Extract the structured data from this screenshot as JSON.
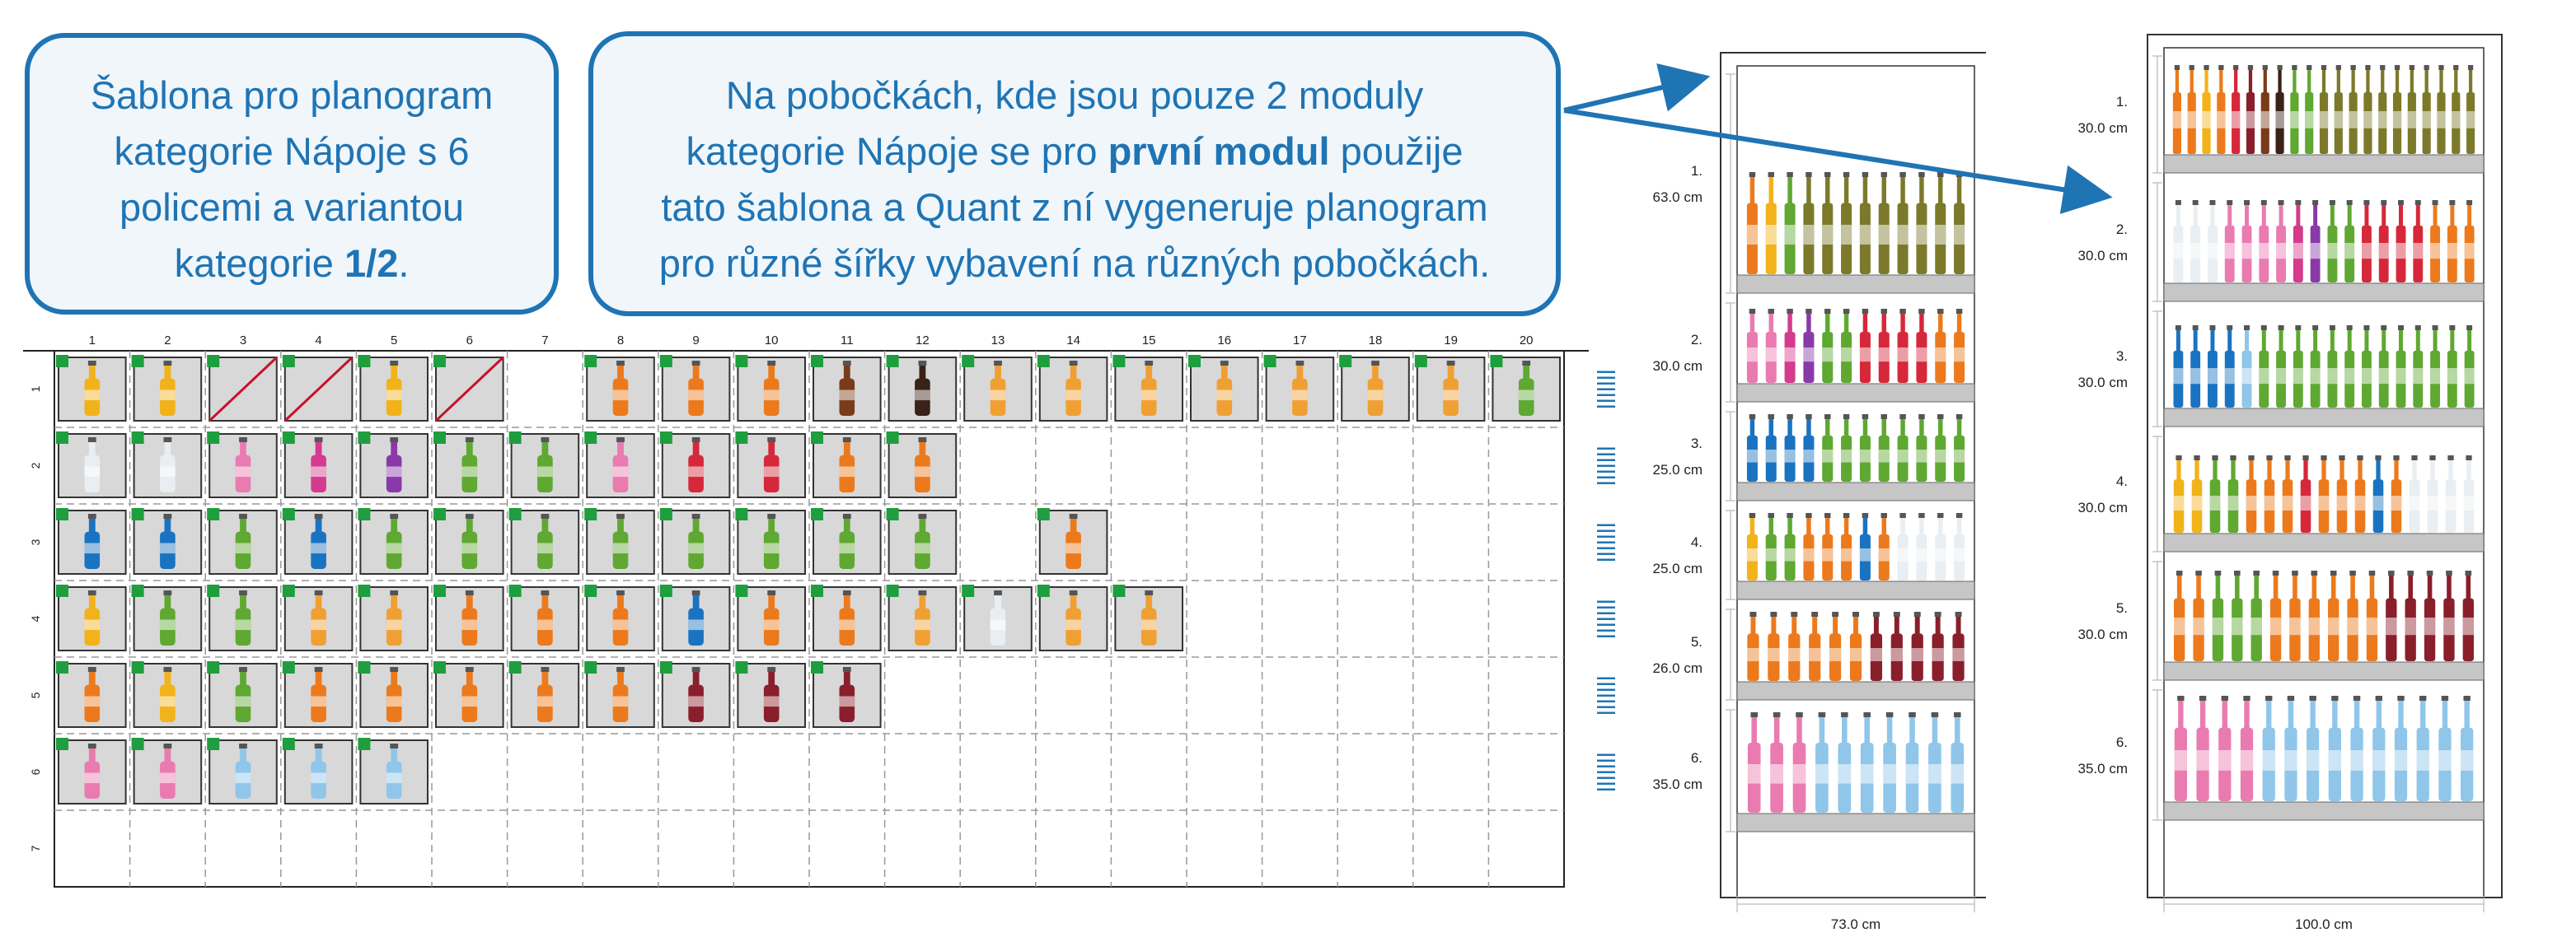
{
  "callouts": {
    "left": {
      "line1": "Šablona pro planogram",
      "line2": "kategorie Nápoje s 6",
      "line3": "policemi a variantou",
      "line4_pre": "kategorie ",
      "line4_bold": "1/2",
      "line4_post": "."
    },
    "right": {
      "line1": "Na pobočkách, kde jsou pouze 2 moduly",
      "line2_pre": "kategorie Nápoje se pro ",
      "line2_bold": "první modul",
      "line2_post": " použije",
      "line3": "tato šablona a Quant z ní vygeneruje planogram",
      "line4": "pro různé šířky vybavení na různých pobočkách."
    }
  },
  "template_grid": {
    "columns": [
      "1",
      "2",
      "3",
      "4",
      "5",
      "6",
      "7",
      "8",
      "9",
      "10",
      "11",
      "12",
      "13",
      "14",
      "15",
      "16",
      "17",
      "18",
      "19",
      "20"
    ],
    "rows": [
      "1",
      "2",
      "3",
      "4",
      "5",
      "6",
      "7"
    ],
    "rows_cells": [
      [
        "yellow",
        "yellow",
        "x",
        "x",
        "yellow",
        "x",
        "",
        "orange",
        "orange",
        "orange",
        "brown",
        "dark",
        "orangebox",
        "orangebox",
        "orangebox",
        "orangebox",
        "orangebox",
        "orangebox",
        "orangebox",
        "green"
      ],
      [
        "white",
        "white",
        "pink",
        "magenta",
        "purple",
        "green",
        "green",
        "pink",
        "red",
        "red",
        "orange",
        "orange",
        "",
        "",
        "",
        "",
        "",
        "",
        "",
        ""
      ],
      [
        "blue",
        "blue",
        "green",
        "blue",
        "green",
        "green",
        "green",
        "green",
        "green",
        "green",
        "green",
        "green",
        "",
        "orange",
        "",
        "",
        "",
        "",
        "",
        ""
      ],
      [
        "yellow",
        "green",
        "green",
        "orangebox",
        "orangebox",
        "orange",
        "orange",
        "orange",
        "blue",
        "orange",
        "orange",
        "orangebox",
        "white",
        "orangebox",
        "orangebox",
        "",
        "",
        "",
        "",
        ""
      ],
      [
        "orange",
        "yellow",
        "green",
        "orange",
        "orange",
        "orange",
        "orange",
        "orange",
        "maroon",
        "maroon",
        "maroon",
        "",
        "",
        "",
        "",
        "",
        "",
        "",
        "",
        ""
      ],
      [
        "pink",
        "pink",
        "lightblue",
        "lightblue",
        "lightblue",
        "",
        "",
        "",
        "",
        "",
        "",
        "",
        "",
        "",
        "",
        "",
        "",
        "",
        "",
        ""
      ],
      [
        "",
        "",
        "",
        "",
        "",
        "",
        "",
        "",
        "",
        "",
        "",
        "",
        "",
        "",
        "",
        "",
        "",
        "",
        "",
        ""
      ]
    ]
  },
  "shelving_units": [
    {
      "width_label": "73.0 cm",
      "shelves": [
        {
          "num": "1.",
          "height": "63.0 cm",
          "products": [
            "orange",
            "yellow",
            "green",
            "olive",
            "olive",
            "olive",
            "olive",
            "olive",
            "olive",
            "olive",
            "olive",
            "olive"
          ]
        },
        {
          "num": "2.",
          "height": "30.0 cm",
          "products": [
            "pink",
            "pink",
            "magenta",
            "purple",
            "green",
            "green",
            "red",
            "red",
            "red",
            "red",
            "orange",
            "orange"
          ]
        },
        {
          "num": "3.",
          "height": "25.0 cm",
          "products": [
            "blue",
            "blue",
            "blue",
            "blue",
            "green",
            "green",
            "green",
            "green",
            "green",
            "green",
            "green",
            "green"
          ]
        },
        {
          "num": "4.",
          "height": "25.0 cm",
          "products": [
            "yellow",
            "green",
            "green",
            "orange",
            "orange",
            "orange",
            "blue",
            "orange",
            "white",
            "white",
            "white",
            "white"
          ]
        },
        {
          "num": "5.",
          "height": "26.0 cm",
          "products": [
            "orange",
            "orange",
            "orange",
            "orange",
            "orange",
            "orange",
            "maroon",
            "maroon",
            "maroon",
            "maroon",
            "maroon"
          ]
        },
        {
          "num": "6.",
          "height": "35.0 cm",
          "products": [
            "pink",
            "pink",
            "pink",
            "lightblue",
            "lightblue",
            "lightblue",
            "lightblue",
            "lightblue",
            "lightblue",
            "lightblue"
          ]
        }
      ]
    },
    {
      "width_label": "100.0 cm",
      "shelves": [
        {
          "num": "1.",
          "height": "30.0 cm",
          "products": [
            "orange",
            "orange",
            "yellow",
            "orange",
            "red",
            "maroon",
            "brown",
            "dark",
            "green",
            "green",
            "olive",
            "olive",
            "olive",
            "olive",
            "olive",
            "olive",
            "olive",
            "olive",
            "olive",
            "olive",
            "olive"
          ]
        },
        {
          "num": "2.",
          "height": "30.0 cm",
          "products": [
            "white",
            "white",
            "white",
            "pink",
            "pink",
            "pink",
            "pink",
            "magenta",
            "purple",
            "green",
            "green",
            "red",
            "red",
            "red",
            "red",
            "orange",
            "orange",
            "orange"
          ]
        },
        {
          "num": "3.",
          "height": "30.0 cm",
          "products": [
            "blue",
            "blue",
            "blue",
            "blue",
            "lightblue",
            "green",
            "green",
            "green",
            "green",
            "green",
            "green",
            "green",
            "green",
            "green",
            "green",
            "green",
            "green",
            "green"
          ]
        },
        {
          "num": "4.",
          "height": "30.0 cm",
          "products": [
            "yellow",
            "yellow",
            "green",
            "green",
            "orange",
            "orange",
            "orange",
            "red",
            "orange",
            "orange",
            "orange",
            "blue",
            "orange",
            "white",
            "white",
            "white",
            "white"
          ]
        },
        {
          "num": "5.",
          "height": "30.0 cm",
          "products": [
            "orange",
            "orange",
            "green",
            "green",
            "green",
            "orange",
            "orange",
            "orange",
            "orange",
            "orange",
            "orange",
            "maroon",
            "maroon",
            "maroon",
            "maroon",
            "maroon"
          ]
        },
        {
          "num": "6.",
          "height": "35.0 cm",
          "products": [
            "pink",
            "pink",
            "pink",
            "pink",
            "lightblue",
            "lightblue",
            "lightblue",
            "lightblue",
            "lightblue",
            "lightblue",
            "lightblue",
            "lightblue",
            "lightblue",
            "lightblue"
          ]
        }
      ]
    }
  ],
  "colors": {
    "accent": "#1f74b4",
    "callout_bg": "#f0f6fa",
    "green_marker": "#1e9e3e",
    "cell_fill": "#d8d8d8",
    "shelf_gray": "#c6c6c6",
    "strike_red": "#c8102e",
    "products": {
      "yellow": "#f2b21a",
      "orange": "#ec7a1c",
      "green": "#5fa832",
      "olive": "#7c7a2a",
      "pink": "#ea7bb0",
      "magenta": "#d43b8e",
      "purple": "#8a3aa8",
      "red": "#d6283a",
      "maroon": "#8a1f2c",
      "brown": "#7a3b1a",
      "dark": "#3a2218",
      "blue": "#1a73c0",
      "lightblue": "#8fc6ea",
      "white": "#e8eef2",
      "orangebox": "#f0a033"
    }
  }
}
